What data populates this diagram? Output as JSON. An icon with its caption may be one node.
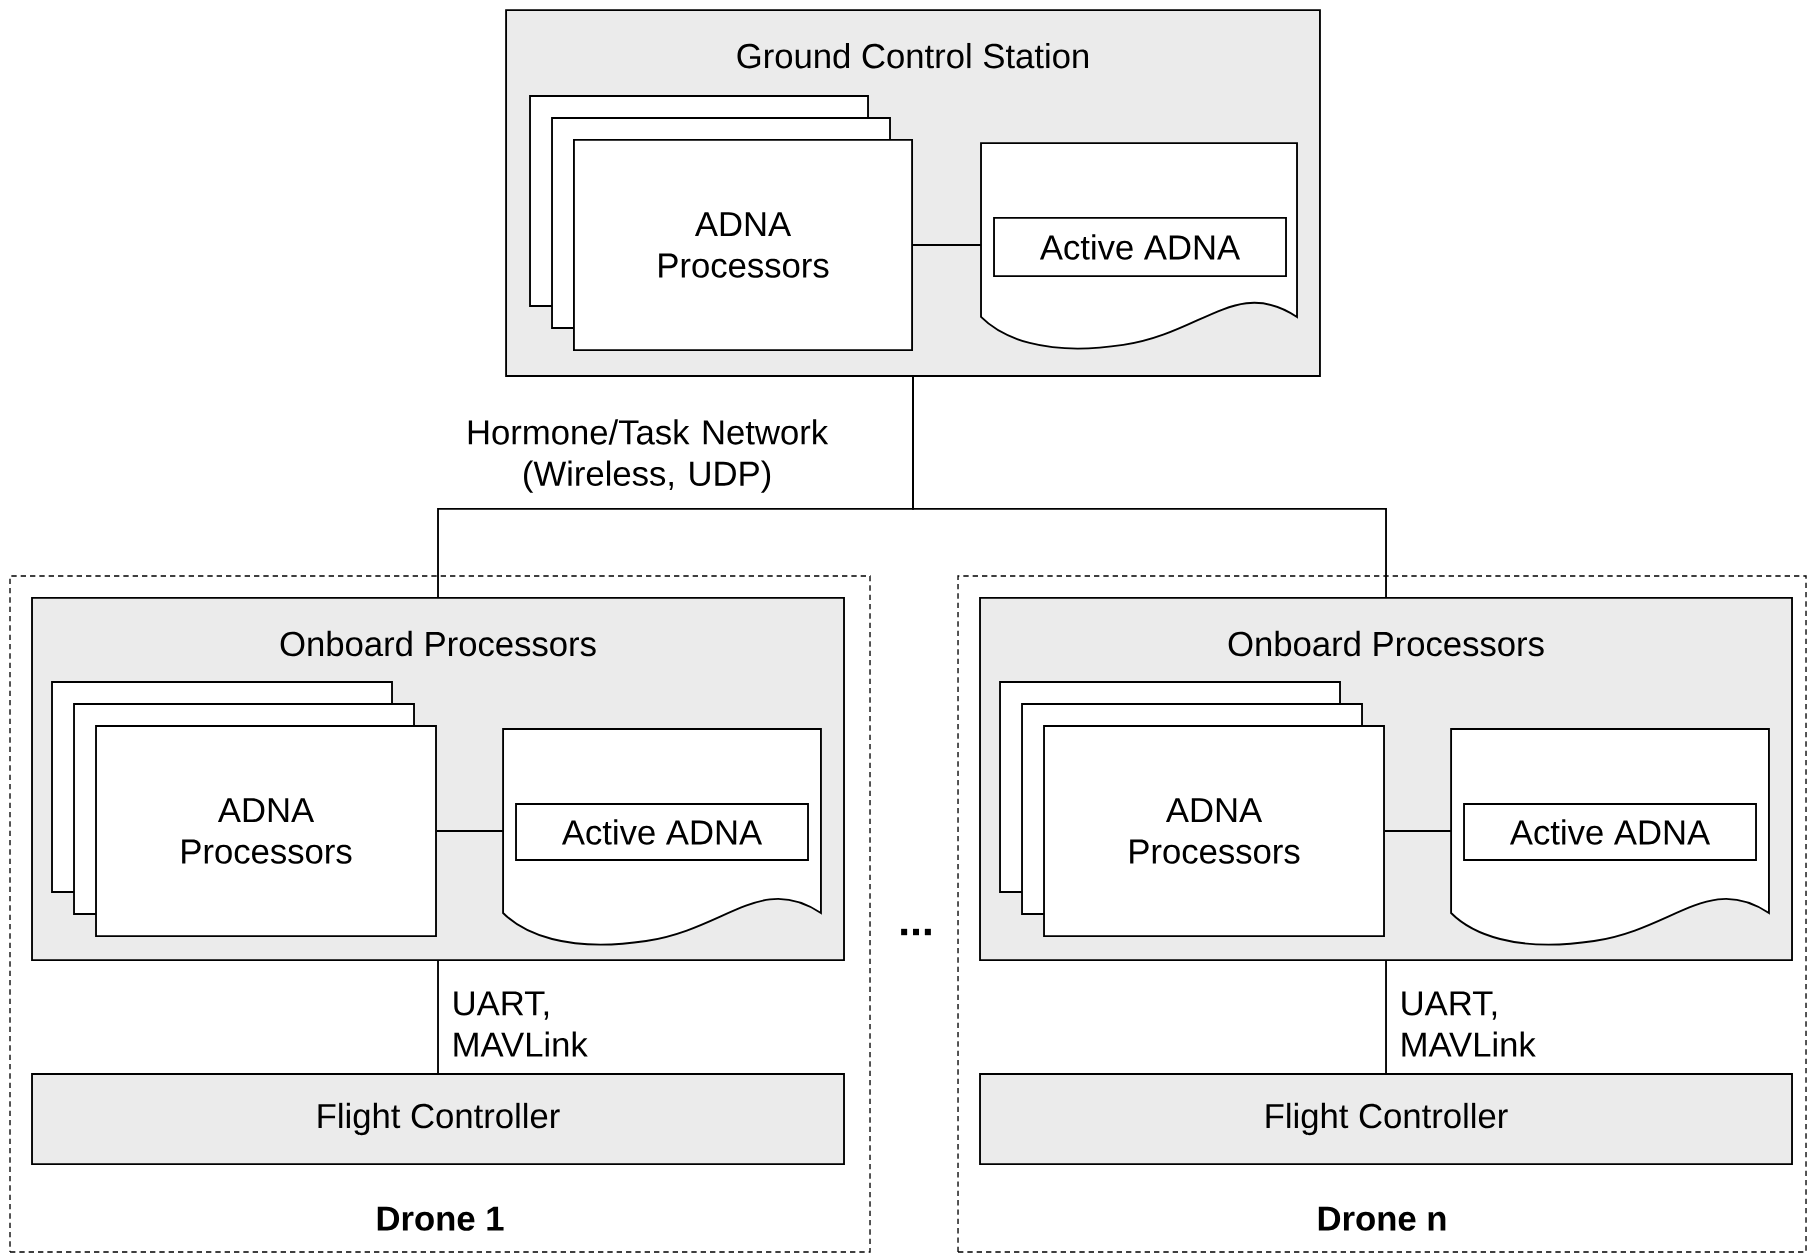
{
  "diagram": {
    "nodes": [
      {
        "text": [
          "Ground Control Station"
        ]
      },
      {
        "text": [
          "ADNA Processors"
        ],
        "in": 0
      },
      {
        "text": [],
        "shape": "document",
        "in": 0
      },
      {
        "text": [
          "Active ADNA"
        ],
        "in": 2
      },
      {
        "text": [
          "Drone 1"
        ]
      },
      {
        "text": [
          "Onboard Processors"
        ],
        "in": 4
      },
      {
        "text": [
          "ADNA Processors"
        ],
        "in": 5
      },
      {
        "text": [],
        "shape": "document",
        "in": 5
      },
      {
        "text": [
          "Active ADNA"
        ],
        "in": 7
      },
      {
        "text": [
          "Flight Controller"
        ],
        "in": 4
      },
      {
        "text": [
          "Drone n"
        ]
      },
      {
        "text": [
          "Onboard Processors"
        ],
        "in": 10
      },
      {
        "text": [
          "ADNA Processors"
        ],
        "in": 11
      },
      {
        "text": [],
        "shape": "document",
        "in": 11
      },
      {
        "text": [
          "Active ADNA"
        ],
        "in": 13
      },
      {
        "text": [
          "Flight Controller"
        ],
        "in": 10
      }
    ],
    "edges": [
      {
        "from": 1,
        "to": 2,
        "arrow": "none"
      },
      {
        "from": 0,
        "to": 5,
        "arrow": "none",
        "label": "Hormone/Task Network (Wireless, UDP)"
      },
      {
        "from": 0,
        "to": 11,
        "arrow": "none"
      },
      {
        "from": 6,
        "to": 7,
        "arrow": "none"
      },
      {
        "from": 5,
        "to": 9,
        "arrow": "none",
        "label": "UART, MAVLink"
      },
      {
        "from": 12,
        "to": 13,
        "arrow": "none"
      },
      {
        "from": 11,
        "to": 15,
        "arrow": "none",
        "label": "UART, MAVLink"
      }
    ],
    "labels": [
      "..."
    ]
  }
}
